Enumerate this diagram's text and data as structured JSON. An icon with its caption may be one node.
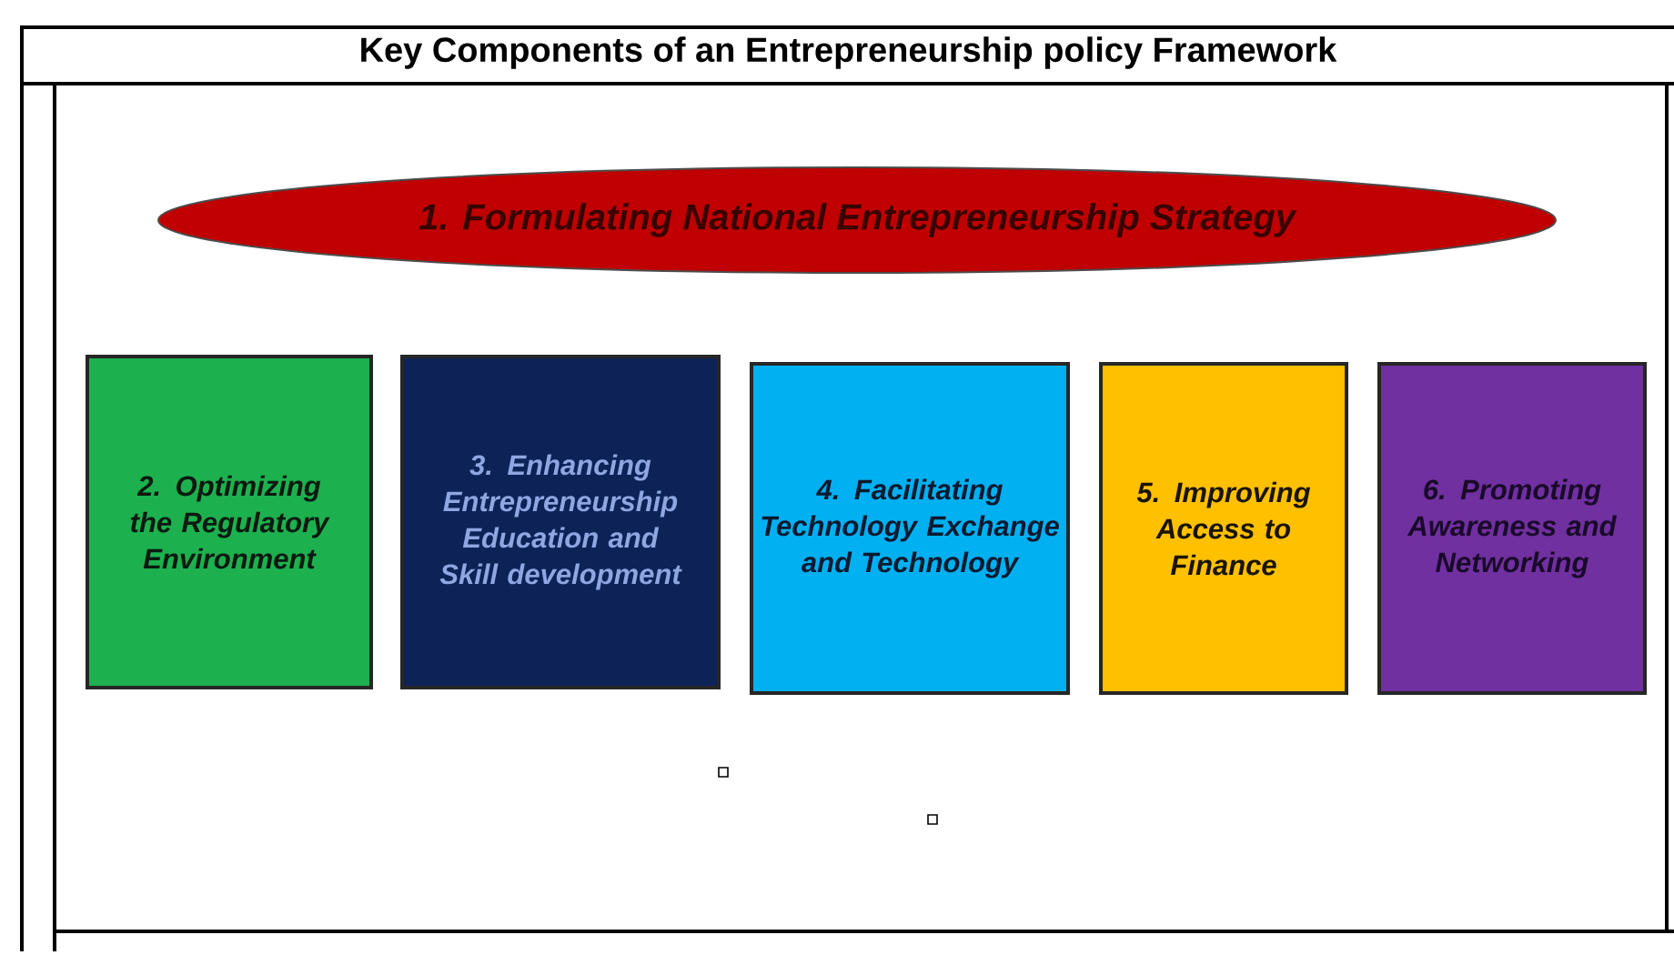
{
  "diagram": {
    "title": "Key  Components of an Entrepreneurship policy Framework",
    "nodes": [
      {
        "text": [
          "1. Formulating National Entrepreneurship Strategy"
        ]
      },
      {
        "text": [
          "2. Optimizing the Regulatory Environment"
        ]
      },
      {
        "text": [
          "3. Enhancing Entrepreneurship Education and Skill development"
        ]
      },
      {
        "text": [
          "4. Facilitating Technology Exchange and Technology"
        ]
      },
      {
        "text": [
          "5. Improving Access to Finance"
        ]
      },
      {
        "text": [
          "6. Promoting Awareness and Networking"
        ]
      }
    ]
  }
}
